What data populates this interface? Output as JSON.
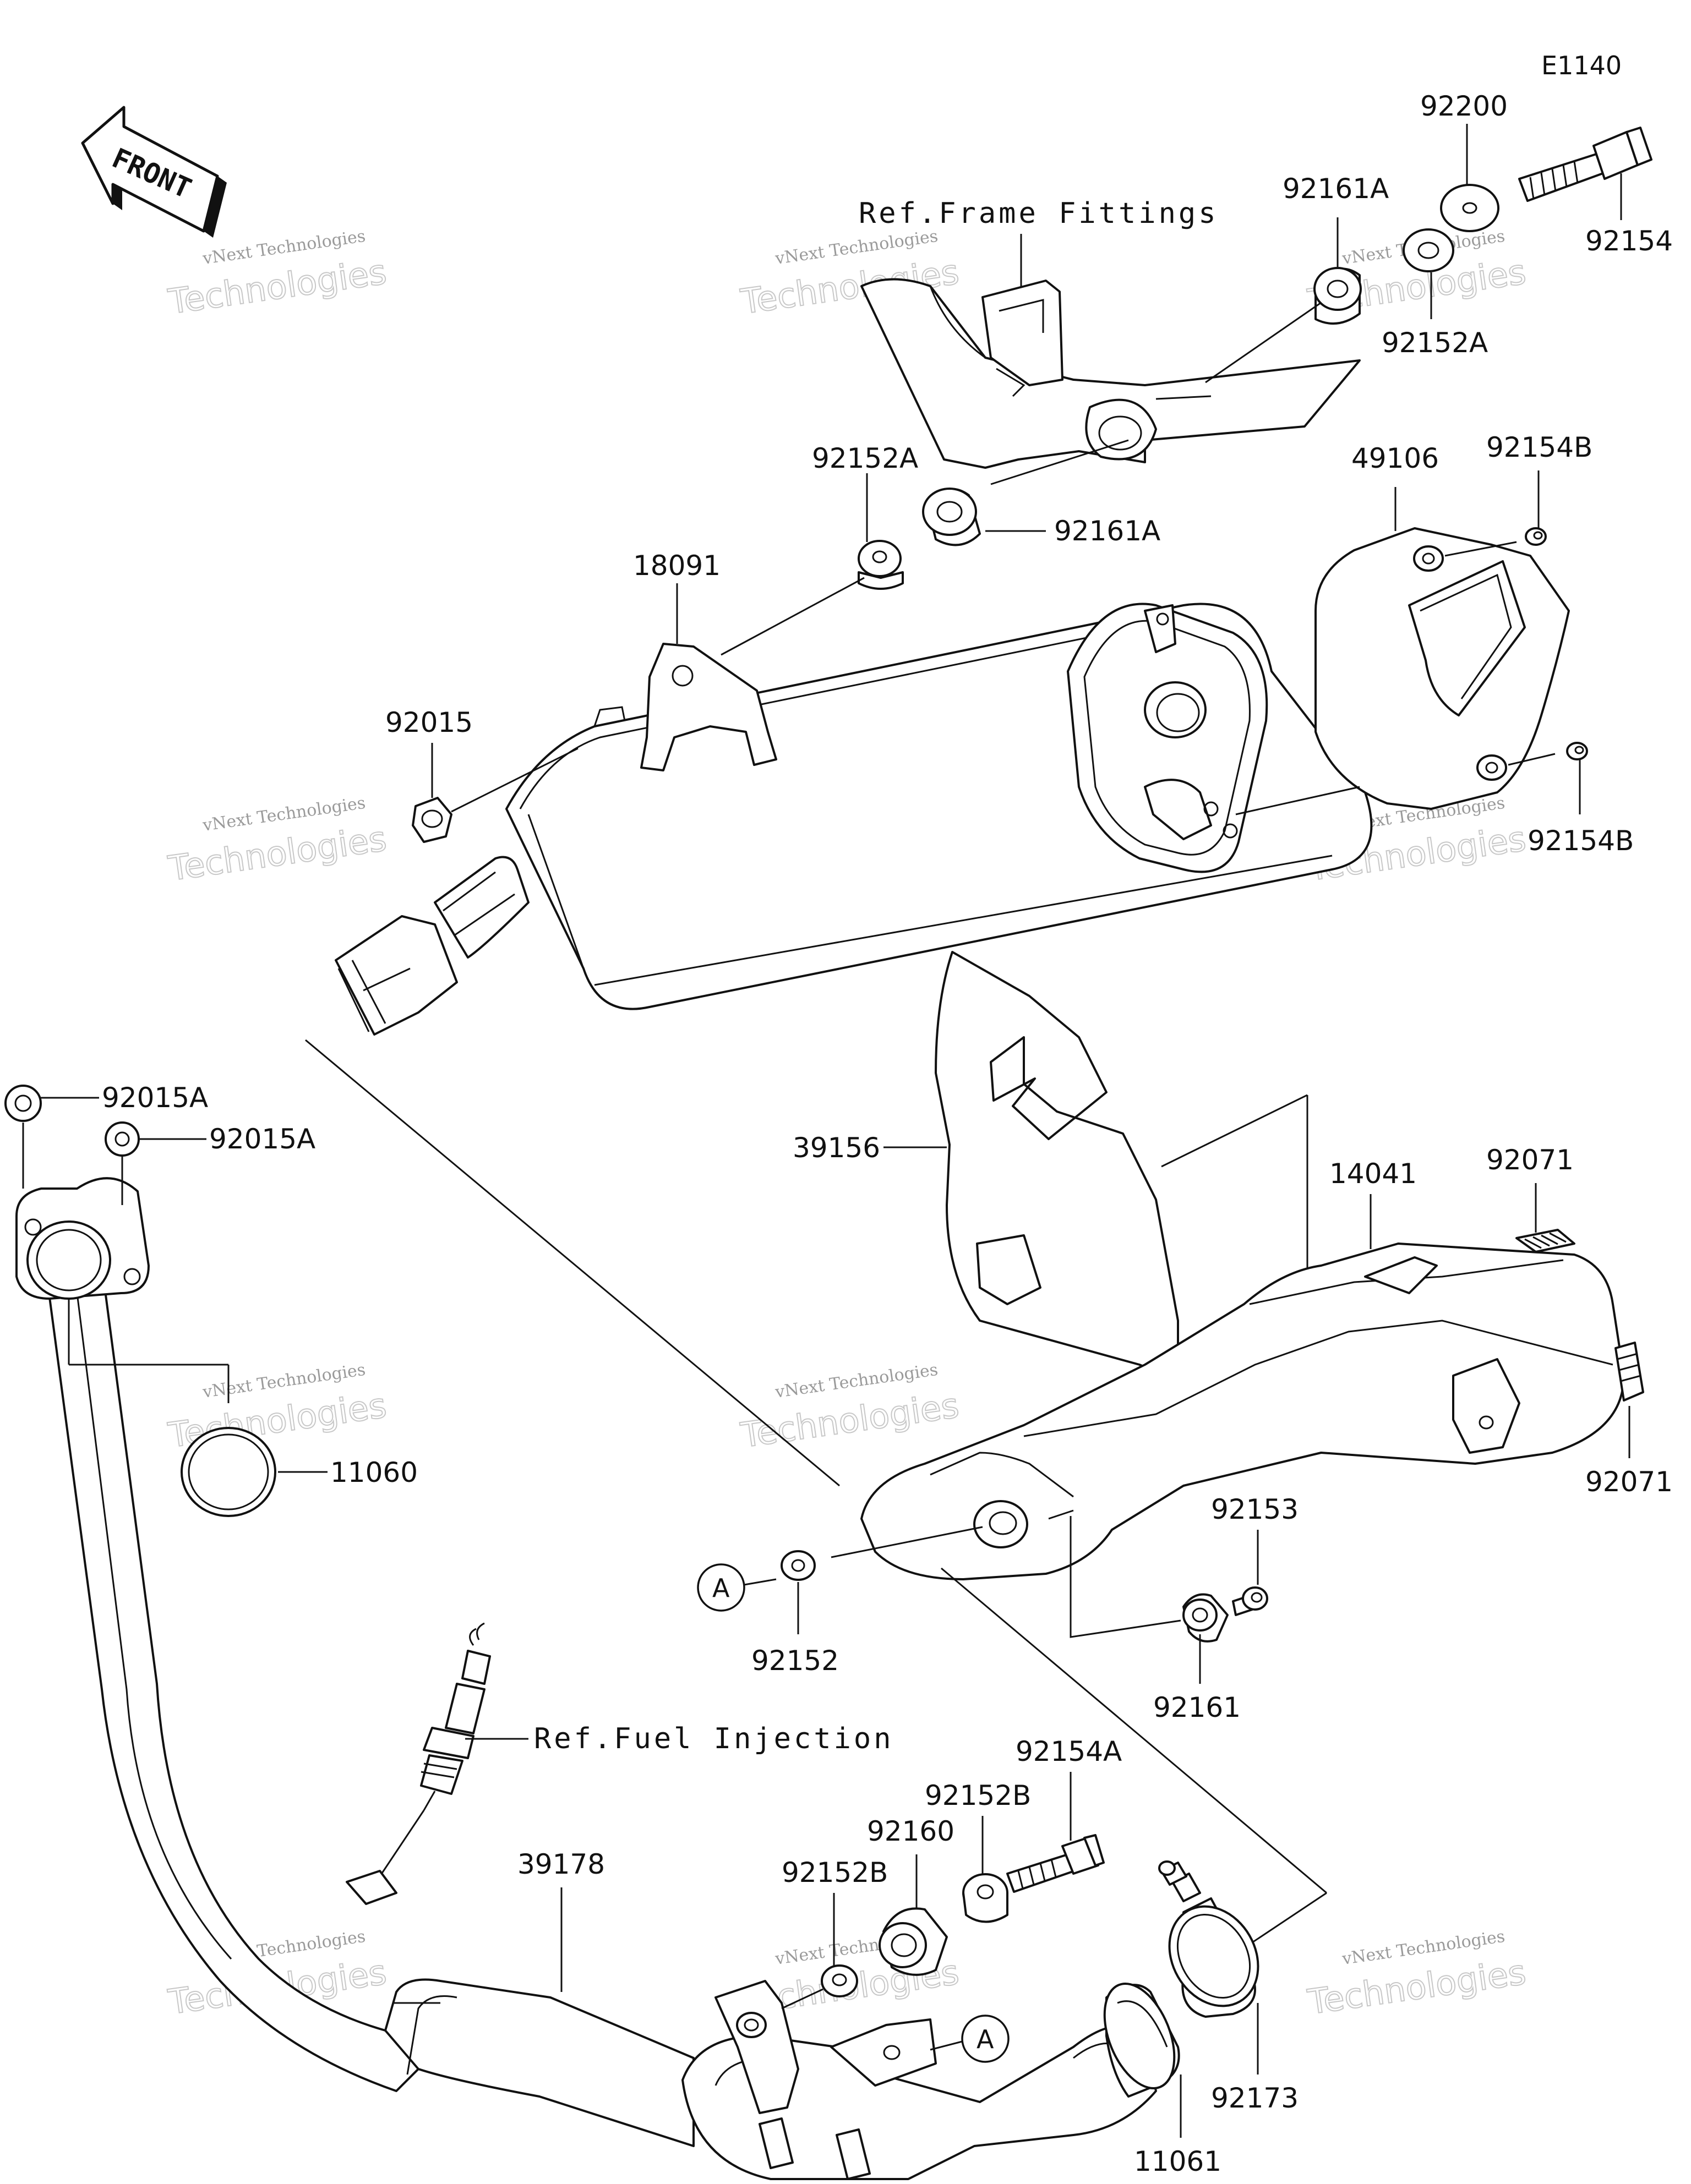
{
  "diagram_code": "E1140",
  "front_label": "FRONT",
  "references": {
    "frame_fittings": "Ref.Frame Fittings",
    "fuel_injection": "Ref.Fuel Injection"
  },
  "callout_marker": "A",
  "watermark": {
    "line1": "vNext Technologies",
    "line2": "Technologies",
    "brand": "vNext"
  },
  "parts": {
    "p92200": "92200",
    "p92154_bolt_top": "92154",
    "p92161A_top": "92161A",
    "p92152A_top": "92152A",
    "p92152A_mid": "92152A",
    "p92161A_mid": "92161A",
    "p49106": "49106",
    "p92154B_top": "92154B",
    "p92154B_bottom": "92154B",
    "p18091": "18091",
    "p92015": "92015",
    "p92015A_1": "92015A",
    "p92015A_2": "92015A",
    "p39156": "39156",
    "p14041": "14041",
    "p92071_top": "92071",
    "p92071_right": "92071",
    "p11060": "11060",
    "p92153": "92153",
    "p92152": "92152",
    "p92161": "92161",
    "p92154A": "92154A",
    "p92152B_upper": "92152B",
    "p92160": "92160",
    "p92152B_lower": "92152B",
    "p39178": "39178",
    "p92173": "92173",
    "p11061": "11061"
  }
}
